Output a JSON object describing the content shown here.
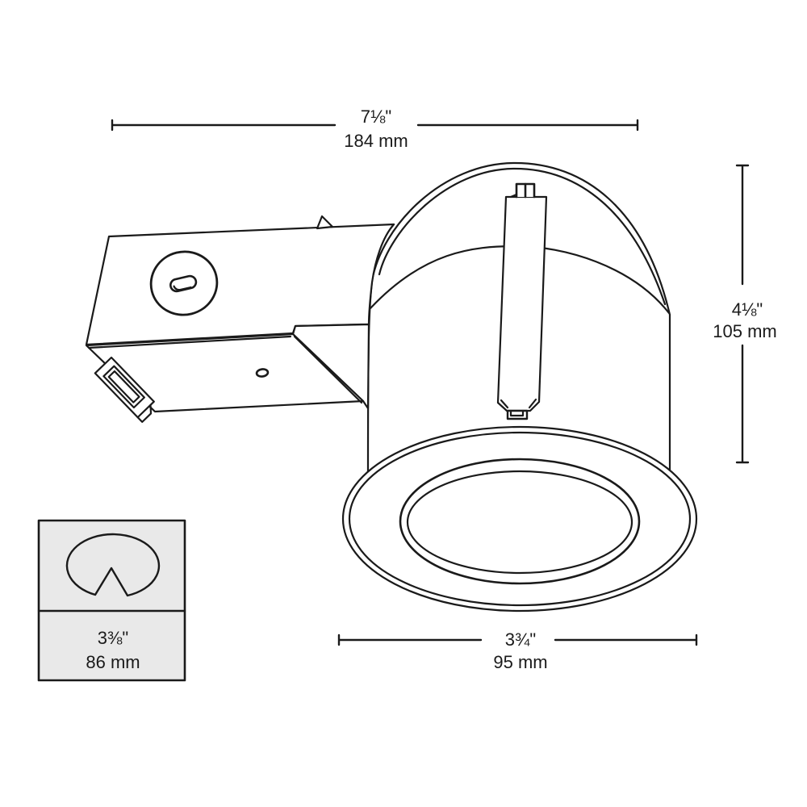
{
  "dimensions": {
    "width": {
      "inches": "7⅛\"",
      "mm": "184 mm"
    },
    "height": {
      "inches": "4⅛\"",
      "mm": "105 mm"
    },
    "trim": {
      "inches": "3¾\"",
      "mm": "95 mm"
    },
    "cutout": {
      "inches": "3⅜\"",
      "mm": "86 mm"
    }
  },
  "colors": {
    "line": "#1a1a1a",
    "inset_background": "#e9e9e9",
    "page_background": "#ffffff",
    "text": "#1a1a1a"
  }
}
